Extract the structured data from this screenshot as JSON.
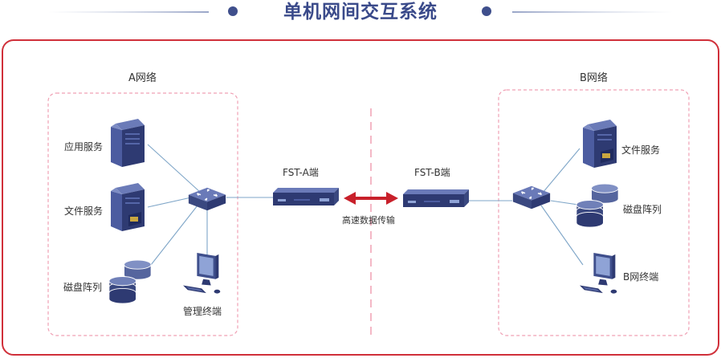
{
  "title": "单机网间交互系统",
  "colors": {
    "frame": "#d0303a",
    "dashed": "#f0a0b4",
    "link": "#7fa6c8",
    "arrow": "#c8202a",
    "device": "#3f4f8c",
    "title": "#3a4a8a"
  },
  "networks": {
    "a": {
      "label": "A网络",
      "nodes": {
        "app": "应用服务",
        "file": "文件服务",
        "disk": "磁盘阵列",
        "term": "管理终端"
      }
    },
    "b": {
      "label": "B网络",
      "nodes": {
        "file": "文件服务",
        "disk": "磁盘阵列",
        "term": "B网终端"
      }
    }
  },
  "gateways": {
    "a": "FST-A端",
    "b": "FST-B端"
  },
  "transfer": "高速数据传输"
}
